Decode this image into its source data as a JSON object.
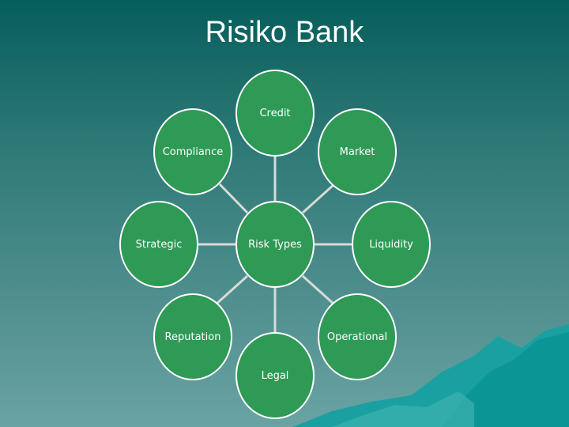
{
  "slide": {
    "title": "Risiko Bank"
  },
  "diagram": {
    "center": "Risk Types",
    "nodes": [
      "Credit",
      "Market",
      "Liquidity",
      "Operational",
      "Legal",
      "Reputation",
      "Strategic",
      "Compliance"
    ]
  },
  "colors": {
    "node_fill": "#2e9a55",
    "connector": "#d9d9d9",
    "title_text": "#ffffff"
  }
}
